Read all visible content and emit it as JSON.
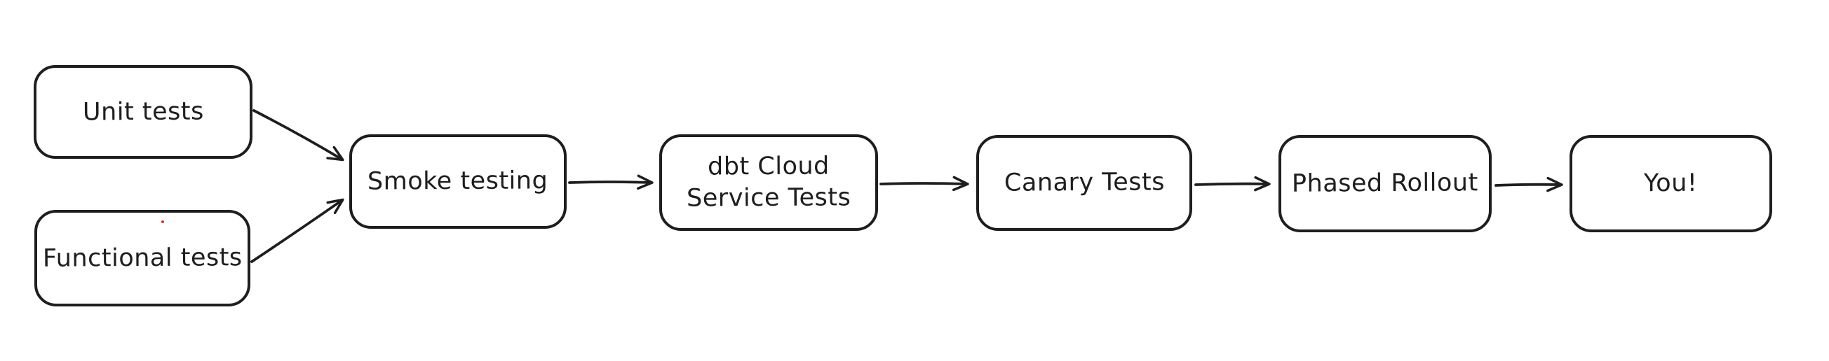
{
  "diagram": {
    "type": "flowchart",
    "style": "hand-drawn",
    "colors": {
      "background": "#ffffff",
      "stroke": "#1e1e1e",
      "text": "#1e1e1e",
      "stray_dot": "#e03131"
    },
    "nodes": [
      {
        "id": "unit-tests",
        "label": "Unit tests"
      },
      {
        "id": "functional-tests",
        "label": "Functional tests"
      },
      {
        "id": "smoke-testing",
        "label": "Smoke testing"
      },
      {
        "id": "dbt-cloud-service-tests",
        "label": "dbt Cloud\nService Tests"
      },
      {
        "id": "canary-tests",
        "label": "Canary Tests"
      },
      {
        "id": "phased-rollout",
        "label": "Phased Rollout"
      },
      {
        "id": "you",
        "label": "You!"
      }
    ],
    "edges": [
      {
        "from": "unit-tests",
        "to": "smoke-testing"
      },
      {
        "from": "functional-tests",
        "to": "smoke-testing"
      },
      {
        "from": "smoke-testing",
        "to": "dbt-cloud-service-tests"
      },
      {
        "from": "dbt-cloud-service-tests",
        "to": "canary-tests"
      },
      {
        "from": "canary-tests",
        "to": "phased-rollout"
      },
      {
        "from": "phased-rollout",
        "to": "you"
      }
    ]
  }
}
